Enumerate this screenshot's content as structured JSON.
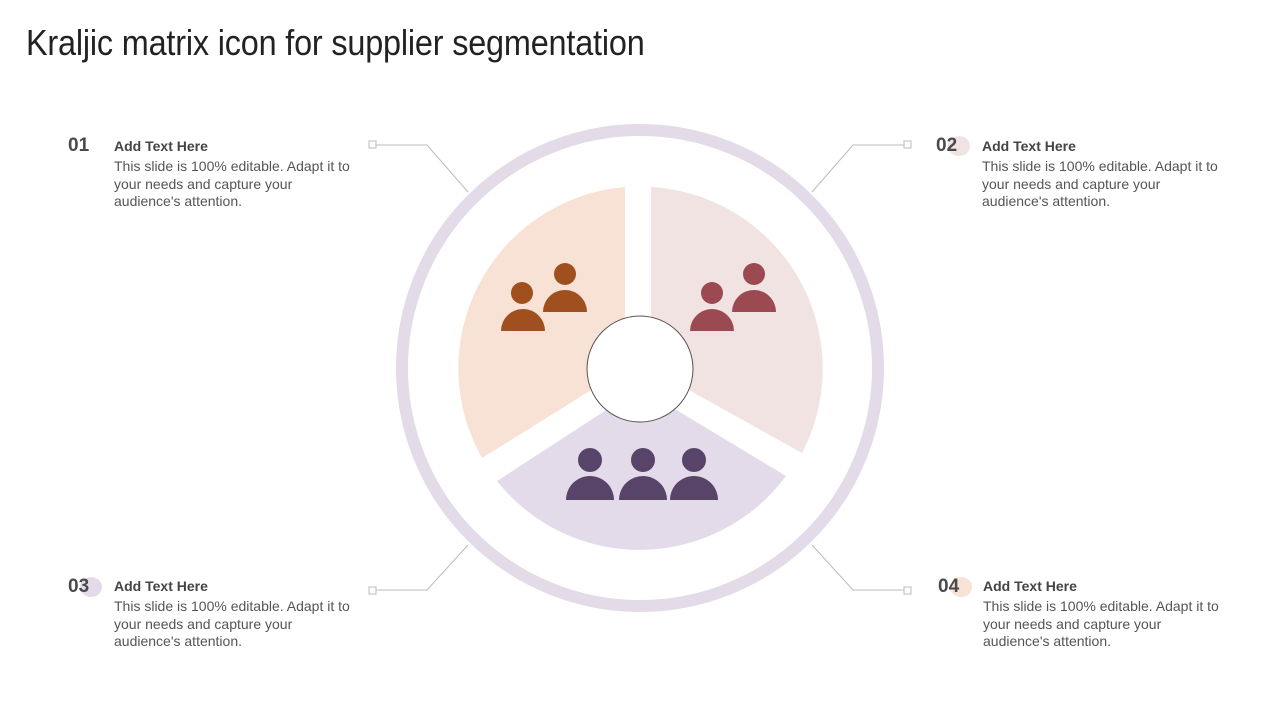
{
  "title": "Kraljic matrix icon for supplier segmentation",
  "items": [
    {
      "num": "01",
      "heading": "Add Text Here",
      "text": "This slide is 100% editable. Adapt it to your needs and capture your audience's attention."
    },
    {
      "num": "02",
      "heading": "Add Text Here",
      "text": "This slide is 100% editable. Adapt it to your needs and capture your audience's attention."
    },
    {
      "num": "03",
      "heading": "Add Text Here",
      "text": "This slide is 100% editable. Adapt it to your needs and capture your audience's attention."
    },
    {
      "num": "04",
      "heading": "Add Text Here",
      "text": "This slide is 100% editable. Adapt it to your needs and capture your audience's attention."
    }
  ],
  "colors": {
    "ring": "#e3dbe8",
    "segment_orange": "#f7e2d5",
    "segment_pink": "#f2e3e3",
    "segment_purple": "#e3dbea",
    "icon_orange": "#a0501f",
    "icon_red": "#9b4a52",
    "icon_purple": "#574468",
    "connector": "#bbbbbb"
  },
  "icons": [
    "people-group-icon",
    "people-group-icon",
    "people-group-icon"
  ]
}
